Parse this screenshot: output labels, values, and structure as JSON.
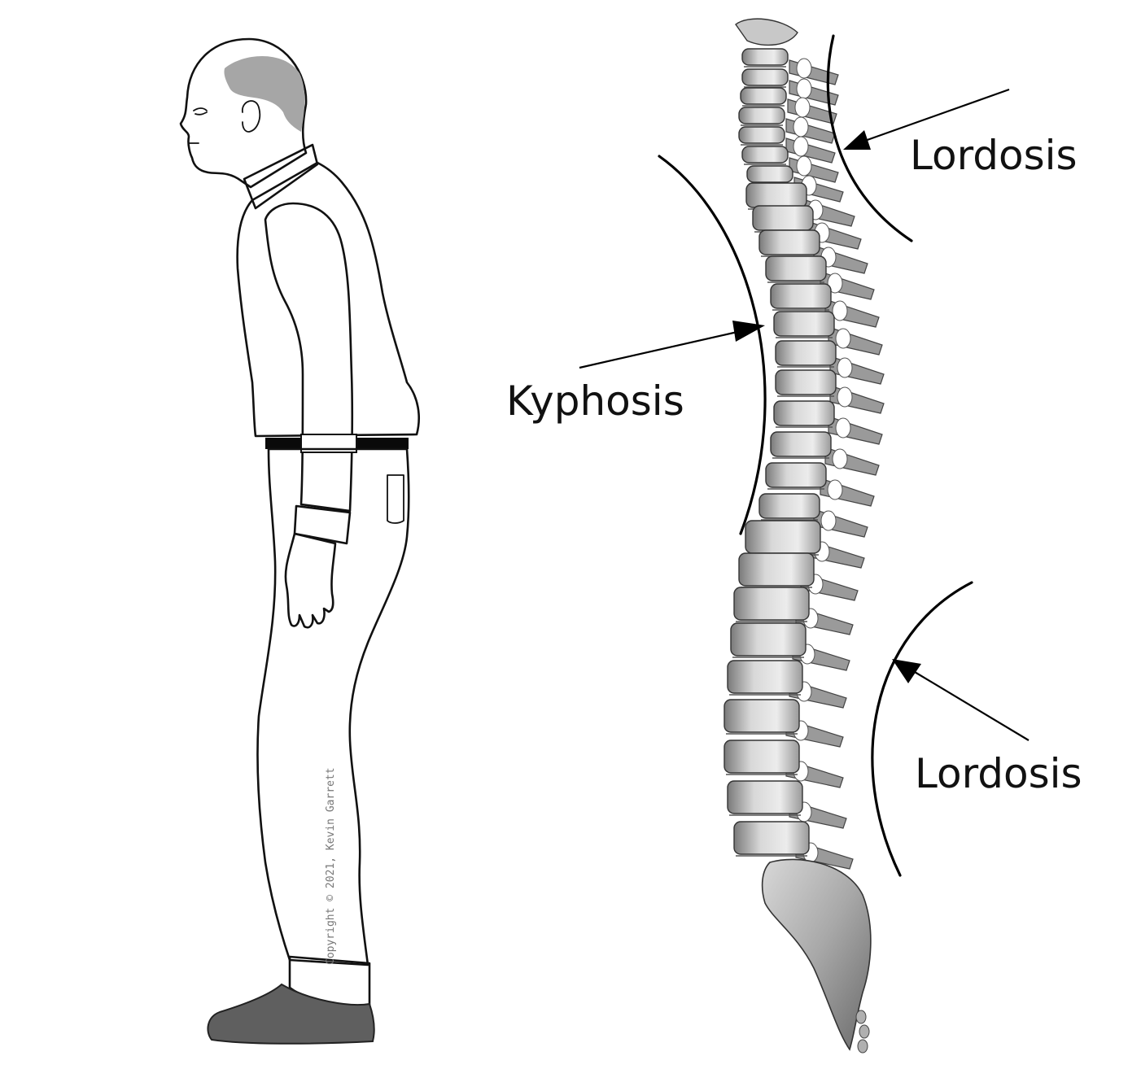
{
  "labels": {
    "lordosis_upper": "Lordosis",
    "kyphosis": "Kyphosis",
    "lordosis_lower": "Lordosis"
  },
  "copyright": "Copyright © 2021, Kevin Garrett",
  "colors": {
    "outline": "#111111",
    "hair": "#a6a6a6",
    "shoe": "#5f5f5f",
    "belt": "#0a0a0a",
    "bone_light": "#e6e6e6",
    "bone_mid": "#b9b9b9",
    "bone_dark": "#6f6f6f"
  },
  "icons": {
    "figure": "standing-man-side-view",
    "spine": "spine-side-view"
  }
}
